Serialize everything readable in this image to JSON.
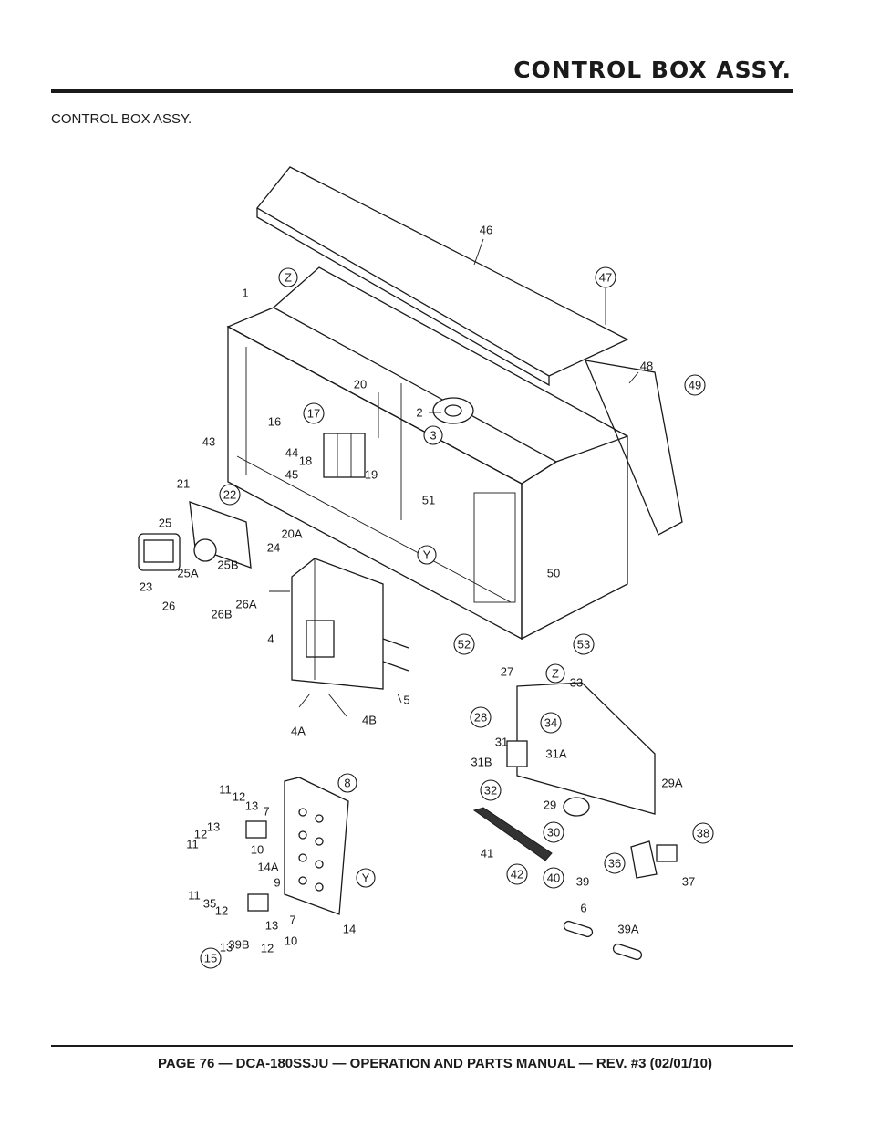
{
  "header": {
    "title": "CONTROL BOX  ASSY."
  },
  "caption": "CONTROL BOX  ASSY.",
  "footer": {
    "text": "PAGE 76 — DCA-180SSJU — OPERATION AND PARTS  MANUAL — REV. #3  (02/01/10)"
  },
  "callouts": [
    {
      "label": "46",
      "circled": false
    },
    {
      "label": "Z",
      "circled": true
    },
    {
      "label": "47",
      "circled": true
    },
    {
      "label": "1",
      "circled": false
    },
    {
      "label": "48",
      "circled": false
    },
    {
      "label": "49",
      "circled": true
    },
    {
      "label": "20",
      "circled": false
    },
    {
      "label": "2",
      "circled": false
    },
    {
      "label": "17",
      "circled": true
    },
    {
      "label": "16",
      "circled": false
    },
    {
      "label": "3",
      "circled": true
    },
    {
      "label": "43",
      "circled": false
    },
    {
      "label": "44",
      "circled": false
    },
    {
      "label": "18",
      "circled": false
    },
    {
      "label": "19",
      "circled": false
    },
    {
      "label": "45",
      "circled": false
    },
    {
      "label": "21",
      "circled": false
    },
    {
      "label": "22",
      "circled": true
    },
    {
      "label": "51",
      "circled": false
    },
    {
      "label": "25",
      "circled": false
    },
    {
      "label": "20A",
      "circled": false
    },
    {
      "label": "24",
      "circled": false
    },
    {
      "label": "Y",
      "circled": true
    },
    {
      "label": "25B",
      "circled": false
    },
    {
      "label": "50",
      "circled": false
    },
    {
      "label": "25A",
      "circled": false
    },
    {
      "label": "23",
      "circled": false
    },
    {
      "label": "26",
      "circled": false
    },
    {
      "label": "26A",
      "circled": false
    },
    {
      "label": "26B",
      "circled": false
    },
    {
      "label": "4",
      "circled": false
    },
    {
      "label": "52",
      "circled": true
    },
    {
      "label": "53",
      "circled": true
    },
    {
      "label": "27",
      "circled": false
    },
    {
      "label": "Z",
      "circled": true
    },
    {
      "label": "33",
      "circled": false
    },
    {
      "label": "5",
      "circled": false
    },
    {
      "label": "28",
      "circled": true
    },
    {
      "label": "34",
      "circled": true
    },
    {
      "label": "4A",
      "circled": false
    },
    {
      "label": "4B",
      "circled": false
    },
    {
      "label": "31",
      "circled": false
    },
    {
      "label": "31B",
      "circled": false
    },
    {
      "label": "31A",
      "circled": false
    },
    {
      "label": "8",
      "circled": true
    },
    {
      "label": "29A",
      "circled": false
    },
    {
      "label": "32",
      "circled": true
    },
    {
      "label": "11",
      "circled": false
    },
    {
      "label": "12",
      "circled": false
    },
    {
      "label": "13",
      "circled": false
    },
    {
      "label": "7",
      "circled": false
    },
    {
      "label": "29",
      "circled": false
    },
    {
      "label": "13",
      "circled": false
    },
    {
      "label": "30",
      "circled": true
    },
    {
      "label": "38",
      "circled": true
    },
    {
      "label": "12",
      "circled": false
    },
    {
      "label": "10",
      "circled": false
    },
    {
      "label": "11",
      "circled": false
    },
    {
      "label": "41",
      "circled": false
    },
    {
      "label": "14A",
      "circled": false
    },
    {
      "label": "36",
      "circled": true
    },
    {
      "label": "42",
      "circled": true
    },
    {
      "label": "40",
      "circled": true
    },
    {
      "label": "9",
      "circled": false
    },
    {
      "label": "Y",
      "circled": true
    },
    {
      "label": "39",
      "circled": false
    },
    {
      "label": "37",
      "circled": false
    },
    {
      "label": "11",
      "circled": false
    },
    {
      "label": "35",
      "circled": false
    },
    {
      "label": "12",
      "circled": false
    },
    {
      "label": "13",
      "circled": false
    },
    {
      "label": "7",
      "circled": false
    },
    {
      "label": "14",
      "circled": false
    },
    {
      "label": "6",
      "circled": false
    },
    {
      "label": "39A",
      "circled": false
    },
    {
      "label": "39B",
      "circled": false
    },
    {
      "label": "13",
      "circled": false
    },
    {
      "label": "12",
      "circled": false
    },
    {
      "label": "10",
      "circled": false
    },
    {
      "label": "15",
      "circled": true
    },
    {
      "label": "11",
      "circled": false
    }
  ]
}
